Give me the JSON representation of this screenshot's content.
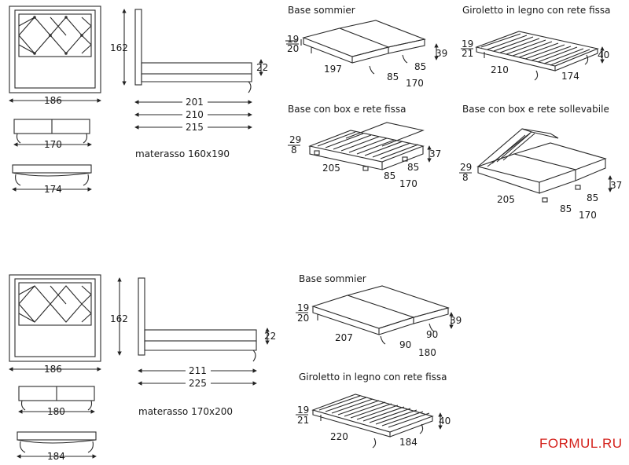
{
  "brand": "FORMUL.RU",
  "top": {
    "front_width": "186",
    "side_height": "162",
    "side_rail": "22",
    "side_lengths": [
      "201",
      "210",
      "215"
    ],
    "foot_width_1": "170",
    "foot_width_2": "174",
    "mattress": "materasso 160x190",
    "sommier": {
      "title": "Base sommier",
      "frac_top": "19",
      "frac_bot": "20",
      "length": "197",
      "w1": "85",
      "w2": "85",
      "total": "170",
      "height": "39"
    },
    "giroletto": {
      "title": "Giroletto in legno con rete fissa",
      "frac_top": "19",
      "frac_bot": "21",
      "length": "210",
      "width": "174",
      "height": "40"
    },
    "box_fissa": {
      "title": "Base con box e rete fissa",
      "frac_top": "29",
      "frac_bot": "8",
      "length": "205",
      "w1": "85",
      "w2": "85",
      "total": "170",
      "height": "37"
    },
    "box_sollevabile": {
      "title": "Base con box e rete sollevabile",
      "frac_top": "29",
      "frac_bot": "8",
      "length": "205",
      "w1": "85",
      "w2": "85",
      "total": "170",
      "height": "37"
    }
  },
  "bottom": {
    "front_width": "186",
    "side_height": "162",
    "side_rail": "22",
    "side_lengths": [
      "211",
      "225"
    ],
    "foot_width_1": "180",
    "foot_width_2": "184",
    "mattress": "materasso 170x200",
    "sommier": {
      "title": "Base sommier",
      "frac_top": "19",
      "frac_bot": "20",
      "length": "207",
      "w1": "90",
      "w2": "90",
      "total": "180",
      "height": "39"
    },
    "giroletto": {
      "title": "Giroletto in legno con rete fissa",
      "frac_top": "19",
      "frac_bot": "21",
      "length": "220",
      "width": "184",
      "height": "40"
    }
  }
}
